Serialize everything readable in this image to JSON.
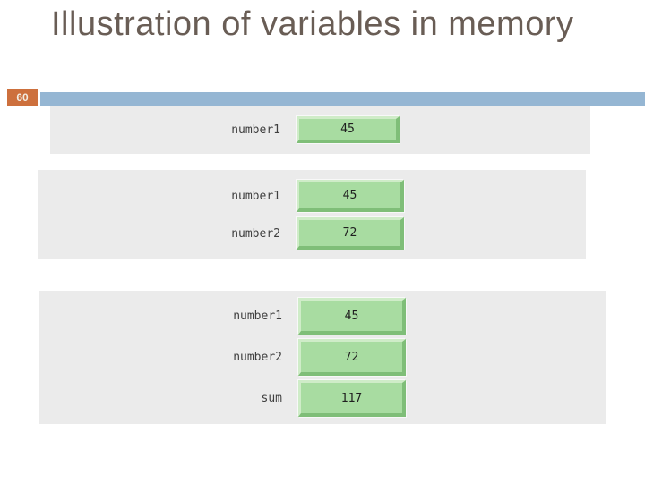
{
  "slide": {
    "title": "Illustration of variables in memory",
    "page_number": "60"
  },
  "colors": {
    "title_color": "#695d55",
    "accent_orange": "#cd703d",
    "accent_blue": "#95b6d3",
    "block_bg": "#ebebeb",
    "cell_green": "#a8dca1",
    "cell_green_light": "#cfecc8",
    "cell_green_dark": "#7fbe78",
    "badge_text": "#f2ede3",
    "label_text": "#3f3f3f",
    "value_text": "#1f1f1f"
  },
  "memory_blocks": [
    {
      "rows": [
        {
          "label": "number1",
          "value": "45"
        }
      ]
    },
    {
      "rows": [
        {
          "label": "number1",
          "value": "45"
        },
        {
          "label": "number2",
          "value": "72"
        }
      ]
    },
    {
      "rows": [
        {
          "label": "number1",
          "value": "45"
        },
        {
          "label": "number2",
          "value": "72"
        },
        {
          "label": "sum",
          "value": "117"
        }
      ]
    }
  ]
}
